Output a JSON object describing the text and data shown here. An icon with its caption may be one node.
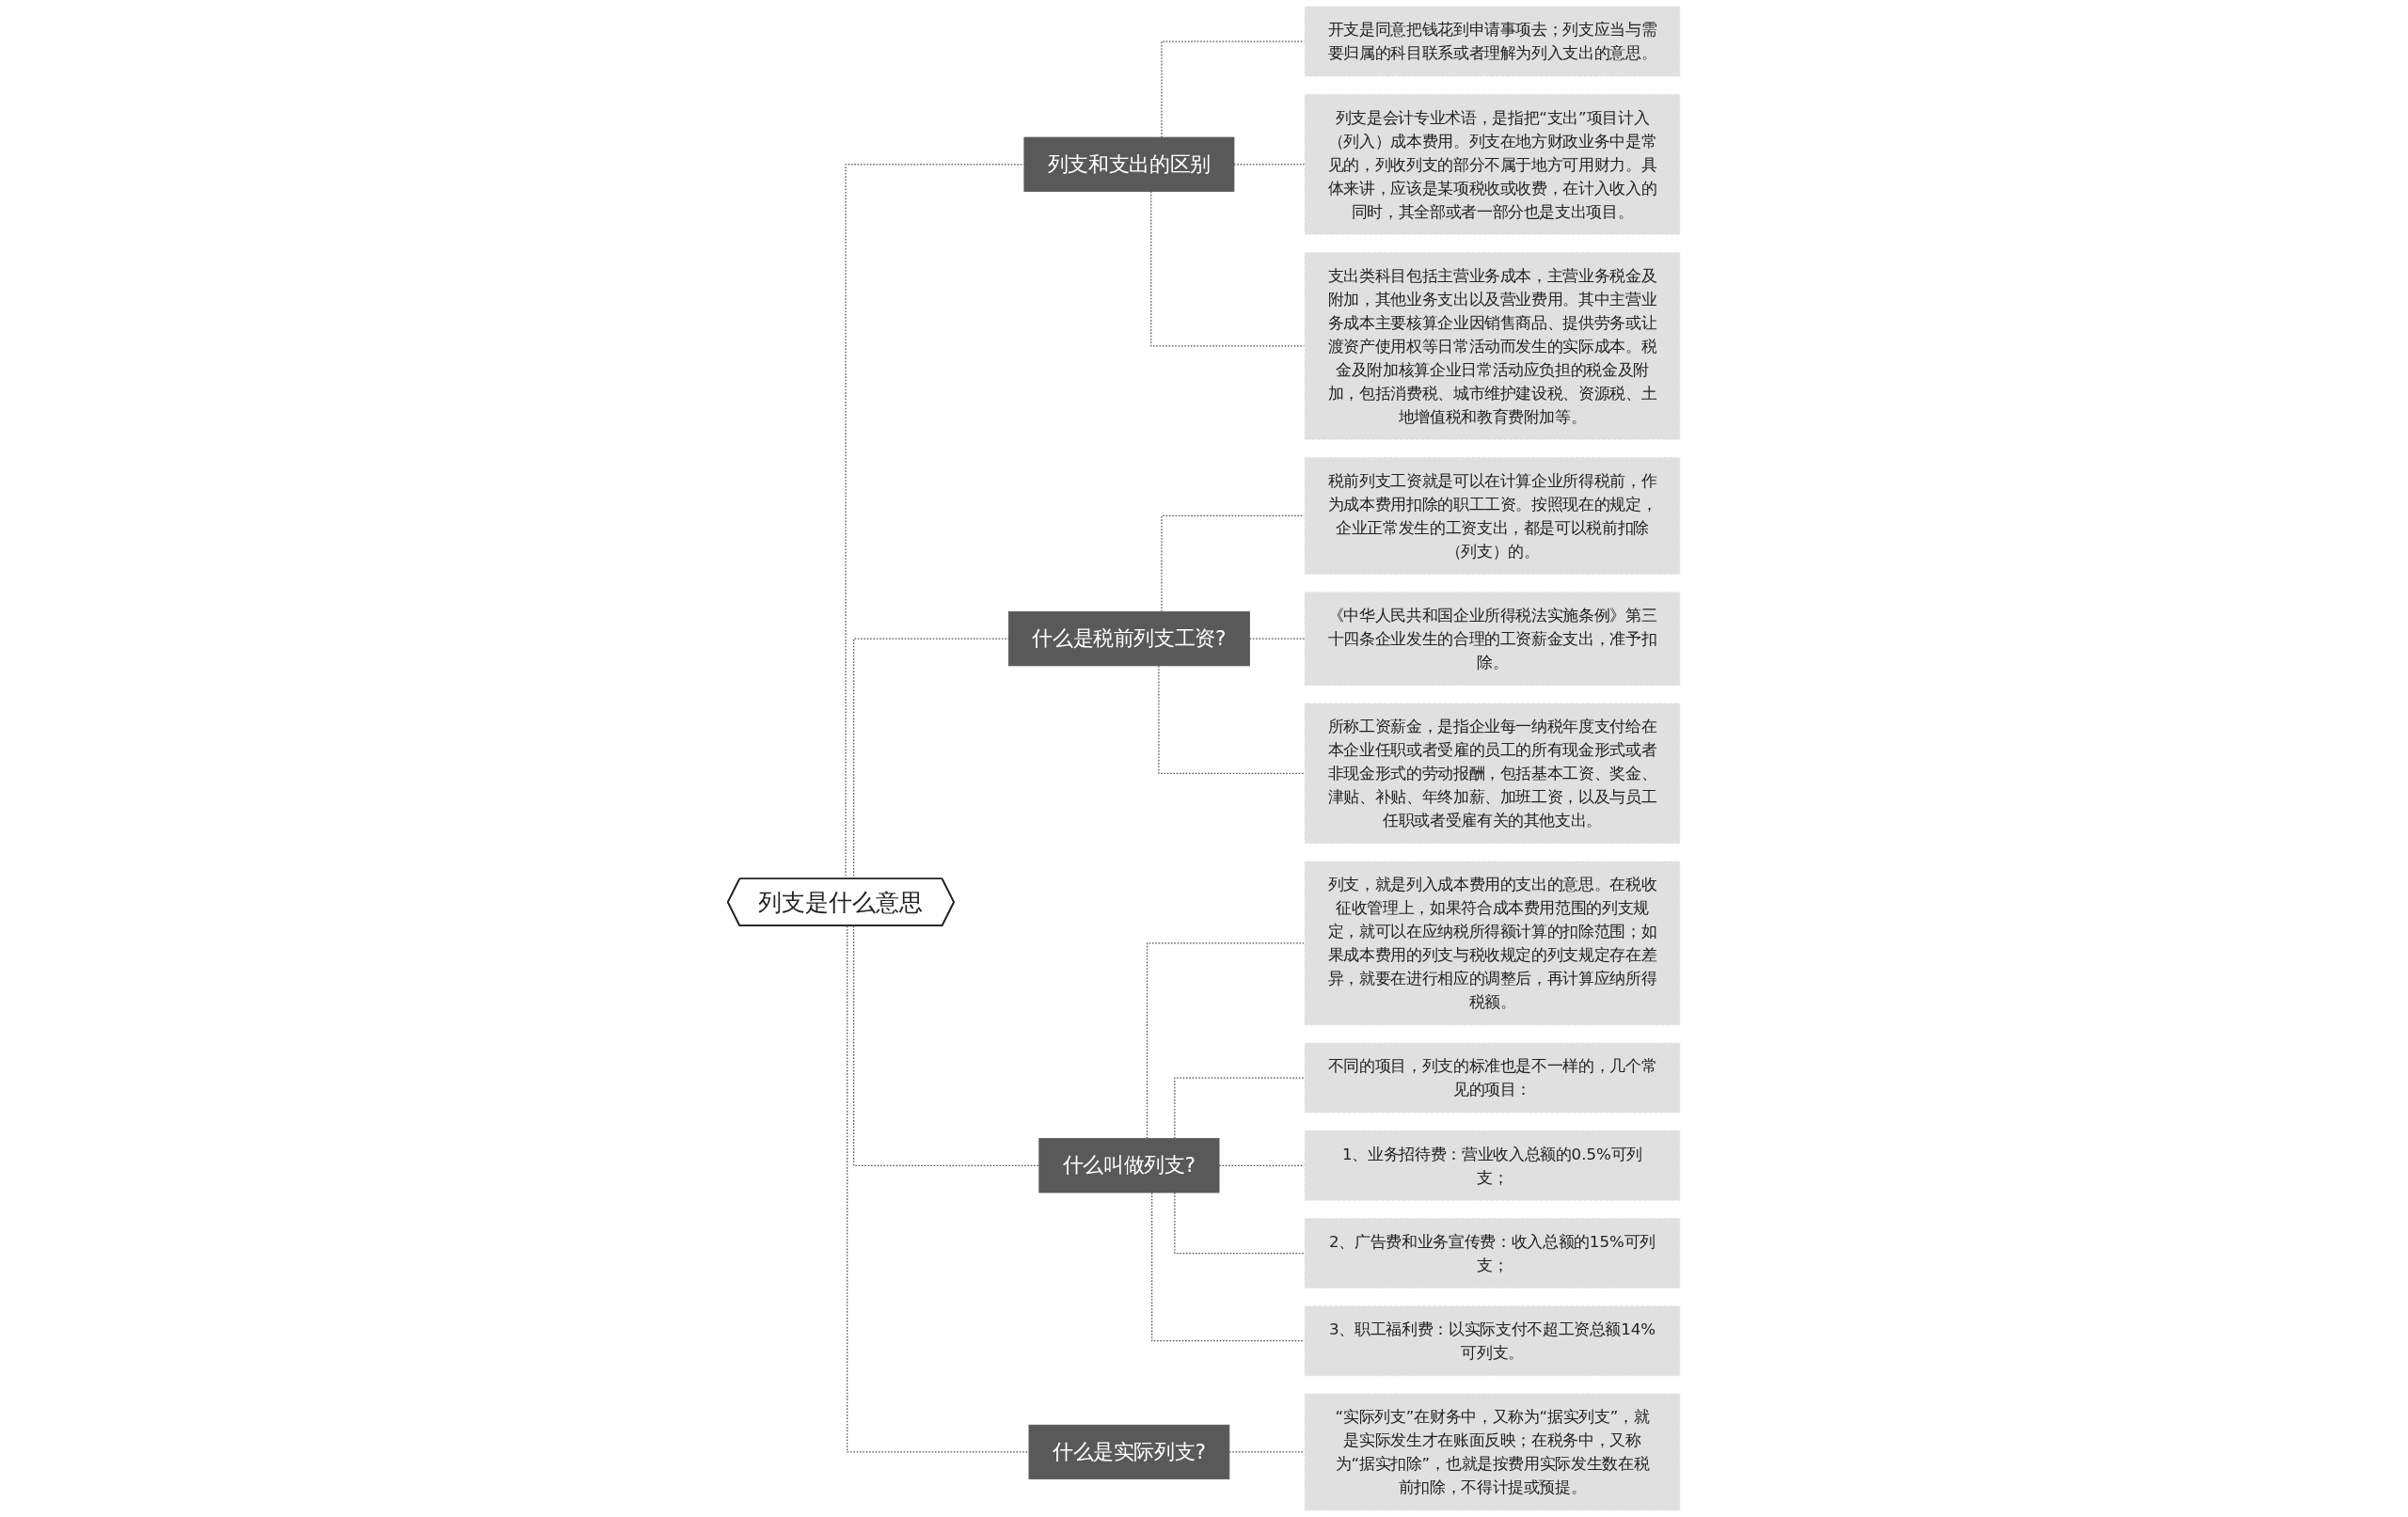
{
  "diagram": {
    "nodes": [
      {
        "text": [
          "列支是什么意思"
        ]
      },
      {
        "text": [
          "列支和支出的区别"
        ]
      },
      {
        "text": [
          "开支是同意把钱花到申请事项去；列支应当与需要归属的科目联系或者理解为列入支出的意思。"
        ]
      },
      {
        "text": [
          "列支是会计专业术语，是指把“支出”项目计入（列入）成本费用。列支在地方财政业务中是常见的，列收列支的部分不属于地方可用财力。具体来讲，应该是某项税收或收费，在计入收入的同时，其全部或者一部分也是支出项目。"
        ]
      },
      {
        "text": [
          "支出类科目包括主营业务成本，主营业务税金及附加，其他业务支出以及营业费用。其中主营业务成本主要核算企业因销售商品、提供劳务或让渡资产使用权等日常活动而发生的实际成本。税金及附加核算企业日常活动应负担的税金及附加，包括消费税、城市维护建设税、资源税、土地增值税和教育费附加等。"
        ]
      },
      {
        "text": [
          "什么是税前列支工资?"
        ]
      },
      {
        "text": [
          "税前列支工资就是可以在计算企业所得税前，作为成本费用扣除的职工工资。按照现在的规定，企业正常发生的工资支出，都是可以税前扣除（列支）的。"
        ]
      },
      {
        "text": [
          "《中华人民共和国企业所得税法实施条例》第三十四条企业发生的合理的工资薪金支出，准予扣除。"
        ]
      },
      {
        "text": [
          "所称工资薪金，是指企业每一纳税年度支付给在本企业任职或者受雇的员工的所有现金形式或者非现金形式的劳动报酬，包括基本工资、奖金、津贴、补贴、年终加薪、加班工资，以及与员工任职或者受雇有关的其他支出。"
        ]
      },
      {
        "text": [
          "什么叫做列支?"
        ]
      },
      {
        "text": [
          "列支，就是列入成本费用的支出的意思。在税收征收管理上，如果符合成本费用范围的列支规定，就可以在应纳税所得额计算的扣除范围；如果成本费用的列支与税收规定的列支规定存在差异，就要在进行相应的调整后，再计算应纳所得税额。"
        ]
      },
      {
        "text": [
          "不同的项目，列支的标准也是不一样的，几个常见的项目："
        ]
      },
      {
        "text": [
          "1、业务招待费：营业收入总额的0.5%可列支；"
        ]
      },
      {
        "text": [
          "2、广告费和业务宣传费：收入总额的15%可列支；"
        ]
      },
      {
        "text": [
          "3、职工福利费：以实际支付不超工资总额14%可列支。"
        ]
      },
      {
        "text": [
          "什么是实际列支?"
        ]
      },
      {
        "text": [
          "“实际列支”在财务中，又称为“据实列支”，就是实际发生才在账面反映；在税务中，又称为“据实扣除”，也就是按费用实际发生数在税前扣除，不得计提或预提。"
        ]
      }
    ],
    "edges": [
      {
        "from": 0,
        "to": 1,
        "arrow": "none",
        "style": "dashed"
      },
      {
        "from": 1,
        "to": 2,
        "arrow": "none",
        "style": "dashed"
      },
      {
        "from": 1,
        "to": 3,
        "arrow": "none",
        "style": "dashed"
      },
      {
        "from": 1,
        "to": 4,
        "arrow": "none",
        "style": "dashed"
      },
      {
        "from": 0,
        "to": 5,
        "arrow": "none",
        "style": "dashed"
      },
      {
        "from": 5,
        "to": 6,
        "arrow": "none",
        "style": "dashed"
      },
      {
        "from": 5,
        "to": 7,
        "arrow": "none",
        "style": "dashed"
      },
      {
        "from": 5,
        "to": 8,
        "arrow": "none",
        "style": "dashed"
      },
      {
        "from": 0,
        "to": 9,
        "arrow": "none",
        "style": "dashed"
      },
      {
        "from": 9,
        "to": 10,
        "arrow": "none",
        "style": "dashed"
      },
      {
        "from": 9,
        "to": 11,
        "arrow": "none",
        "style": "dashed"
      },
      {
        "from": 9,
        "to": 12,
        "arrow": "none",
        "style": "dashed"
      },
      {
        "from": 9,
        "to": 13,
        "arrow": "none",
        "style": "dashed"
      },
      {
        "from": 9,
        "to": 14,
        "arrow": "none",
        "style": "dashed"
      },
      {
        "from": 0,
        "to": 15,
        "arrow": "none",
        "style": "dashed"
      },
      {
        "from": 15,
        "to": 16,
        "arrow": "none",
        "style": "dashed"
      }
    ]
  }
}
